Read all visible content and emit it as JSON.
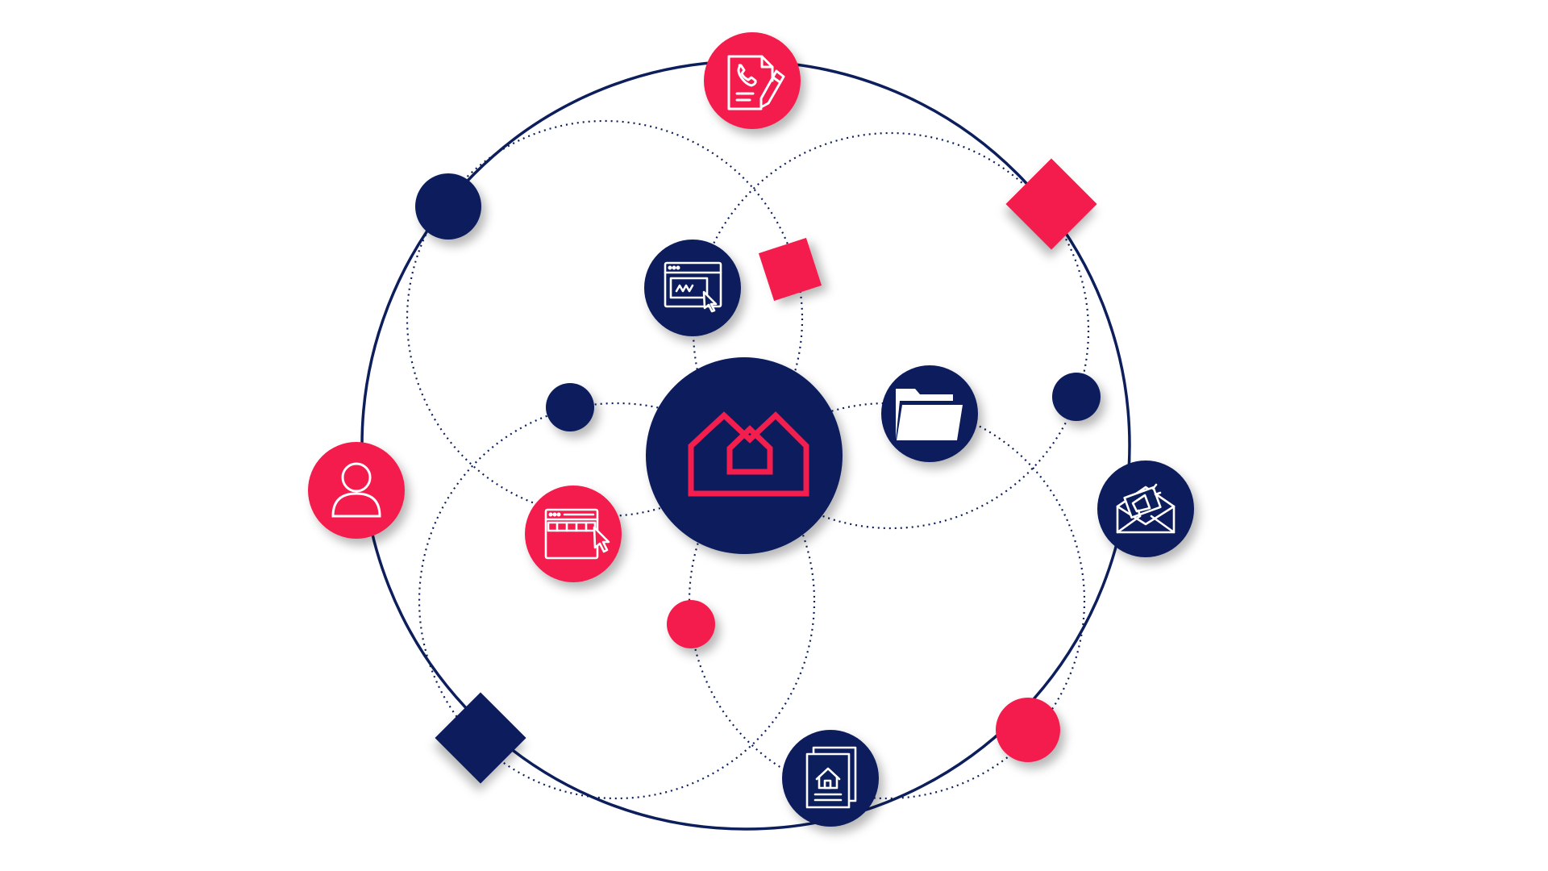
{
  "colors": {
    "navy": "#0c1f5c",
    "red": "#f31e4d",
    "white": "#ffffff",
    "background": "#ffffff"
  },
  "diagram": {
    "center_node": {
      "icon": "house-logo-icon",
      "color": "navy"
    },
    "icon_nodes": [
      {
        "name": "phone-document-node",
        "icon": "phone-document-pen-icon",
        "color": "red"
      },
      {
        "name": "browser-window-node",
        "icon": "browser-window-cursor-icon",
        "color": "navy"
      },
      {
        "name": "folder-node",
        "icon": "folder-icon",
        "color": "navy"
      },
      {
        "name": "user-node",
        "icon": "user-icon",
        "color": "red"
      },
      {
        "name": "web-table-node",
        "icon": "web-table-cursor-icon",
        "color": "red"
      },
      {
        "name": "mail-node",
        "icon": "envelope-megaphone-icon",
        "color": "navy"
      },
      {
        "name": "property-document-node",
        "icon": "house-document-icon",
        "color": "navy"
      }
    ],
    "decorative_shapes": [
      {
        "name": "dot-top-left",
        "shape": "circle",
        "color": "navy"
      },
      {
        "name": "dot-left-inner",
        "shape": "circle",
        "color": "navy"
      },
      {
        "name": "dot-right",
        "shape": "circle",
        "color": "navy"
      },
      {
        "name": "dot-center-bottom",
        "shape": "circle",
        "color": "red"
      },
      {
        "name": "dot-bottom-right",
        "shape": "circle",
        "color": "red"
      },
      {
        "name": "square-top-right",
        "shape": "square",
        "color": "red"
      },
      {
        "name": "square-inner-top",
        "shape": "square",
        "color": "red"
      },
      {
        "name": "square-bottom-left",
        "shape": "square",
        "color": "navy"
      }
    ]
  }
}
